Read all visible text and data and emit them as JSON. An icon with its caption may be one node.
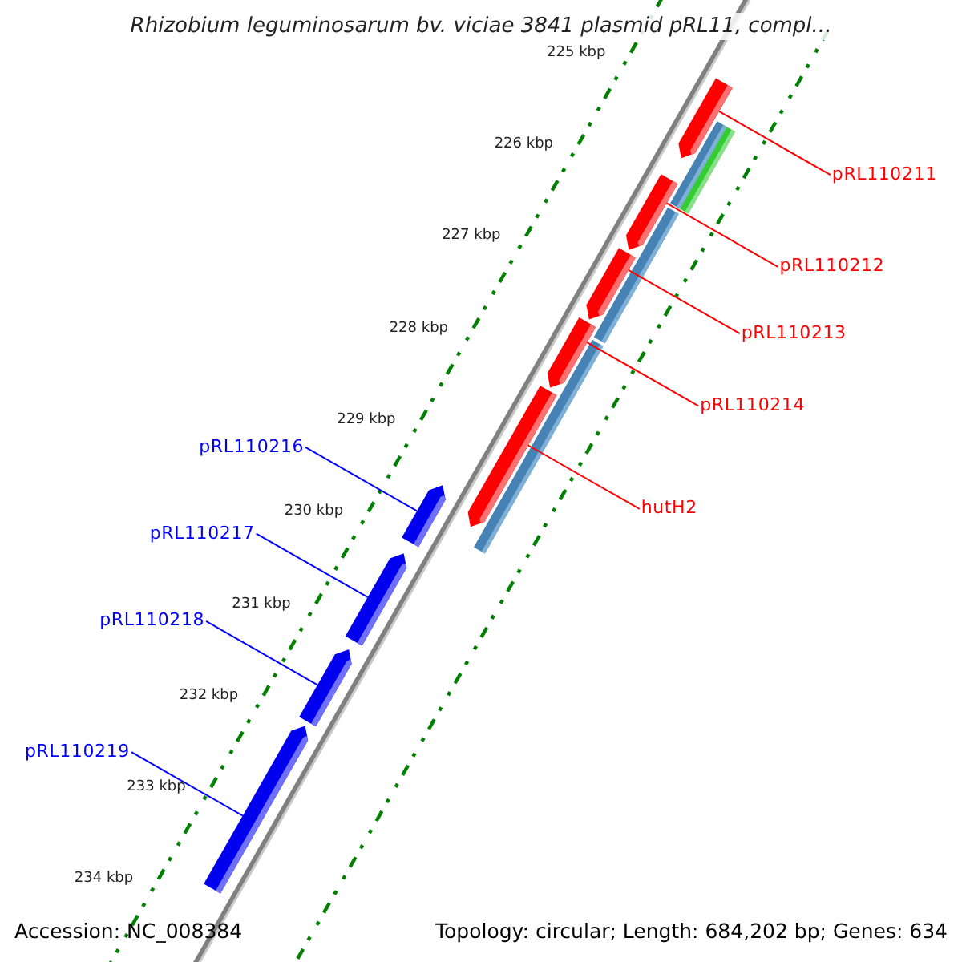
{
  "diagram": {
    "title": "Rhizobium leguminosarum bv. viciae 3841 plasmid pRL11, compl...",
    "nodes": [
      {
        "text": [
          "pRL110211"
        ]
      },
      {
        "text": [
          "pRL110212"
        ]
      },
      {
        "text": [
          "pRL110213"
        ]
      },
      {
        "text": [
          "pRL110214"
        ]
      },
      {
        "text": [
          "hutH2"
        ]
      },
      {
        "text": [
          "pRL110216"
        ]
      },
      {
        "text": [
          "pRL110217"
        ]
      },
      {
        "text": [
          "pRL110218"
        ]
      },
      {
        "text": [
          "pRL110219"
        ]
      },
      {
        "text": [],
        "shape": "bar"
      },
      {
        "text": [],
        "shape": "bar"
      },
      {
        "text": [],
        "shape": "bar"
      },
      {
        "text": [],
        "shape": "bar"
      },
      {
        "text": [],
        "shape": "bar"
      },
      {
        "text": [],
        "shape": "bar"
      },
      {
        "text": [],
        "shape": "bar"
      },
      {
        "text": [],
        "shape": "bar"
      },
      {
        "text": [],
        "shape": "bar"
      }
    ],
    "edges": [
      {
        "from": 0,
        "to": 9,
        "arrow": "none"
      },
      {
        "from": 1,
        "to": 10,
        "arrow": "none"
      },
      {
        "from": 2,
        "to": 11,
        "arrow": "none"
      },
      {
        "from": 3,
        "to": 12,
        "arrow": "none"
      },
      {
        "from": 4,
        "to": 13,
        "arrow": "none"
      },
      {
        "from": 5,
        "to": 14,
        "arrow": "none",
        "color": "#0000ff"
      },
      {
        "from": 6,
        "to": 15,
        "arrow": "none",
        "color": "#0000ff"
      },
      {
        "from": 7,
        "to": 16,
        "arrow": "none",
        "color": "#0000ff"
      },
      {
        "from": 8,
        "to": 17,
        "arrow": "none",
        "color": "#0000ff"
      }
    ],
    "labels": [
      "225 kbp",
      "226 kbp",
      "227 kbp",
      "228 kbp",
      "229 kbp",
      "230 kbp",
      "231 kbp",
      "232 kbp",
      "233 kbp",
      "234 kbp",
      "Accession: NC_008384",
      "Topology: circular; Length: 684,202 bp; Genes: 634"
    ]
  }
}
